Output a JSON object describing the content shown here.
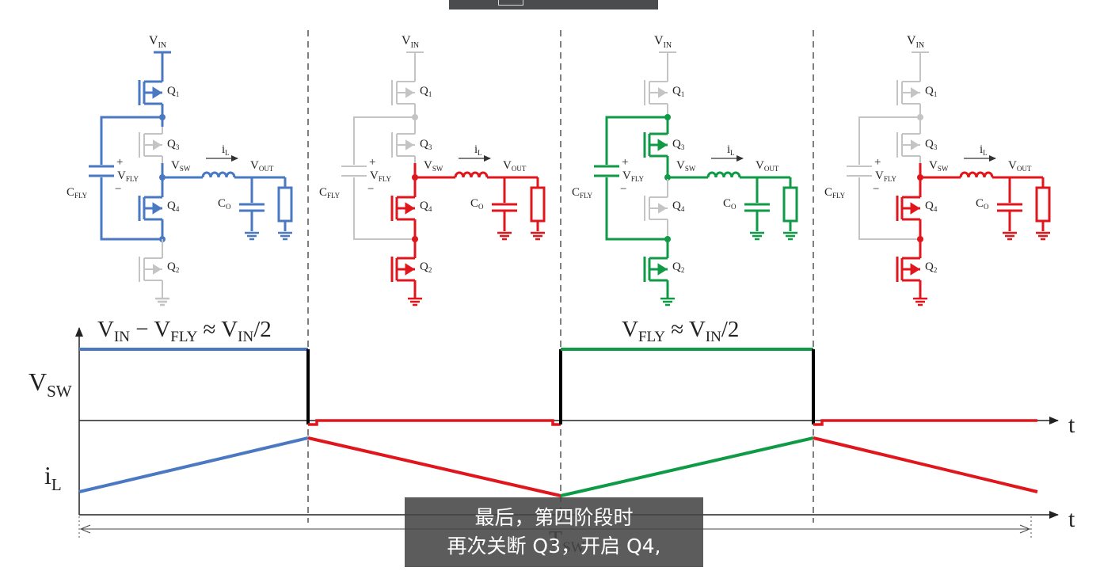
{
  "colors": {
    "phase1": "#4a78c2",
    "phase2": "#e0161c",
    "phase3": "#0f9a46",
    "inactive": "#c4c4c4",
    "axis": "#222222",
    "subtitle_bg": "#464646"
  },
  "circuit": {
    "vin": "V",
    "vin_sub": "IN",
    "q1": "Q",
    "q1_sub": "1",
    "q2": "Q",
    "q2_sub": "2",
    "q3": "Q",
    "q3_sub": "3",
    "q4": "Q",
    "q4_sub": "4",
    "vfly": "V",
    "vfly_sub": "FLY",
    "cfly": "C",
    "cfly_sub": "FLY",
    "vsw": "V",
    "vsw_sub": "SW",
    "il": "i",
    "il_sub": "L",
    "vout": "V",
    "vout_sub": "OUT",
    "co": "C",
    "co_sub": "O",
    "plus": "+",
    "minus": "−"
  },
  "phase_labels": {
    "phase1": {
      "a": "V",
      "a_sub": "IN",
      "b": " − V",
      "b_sub": "FLY",
      "c": " ≈ V",
      "c_sub": "IN",
      "d": "/2"
    },
    "phase3": {
      "a": "V",
      "a_sub": "FLY",
      "c": " ≈ V",
      "c_sub": "IN",
      "d": "/2"
    }
  },
  "waveform": {
    "vsw_label": "V",
    "vsw_sub": "SW",
    "il_label": "i",
    "il_sub": "L",
    "t_label": "t",
    "tsw_label": "T",
    "tsw_sub": "SW"
  },
  "subtitle": {
    "line1": "最后，第四阶段时",
    "line2": "再次关断 Q3，开启 Q4,"
  }
}
